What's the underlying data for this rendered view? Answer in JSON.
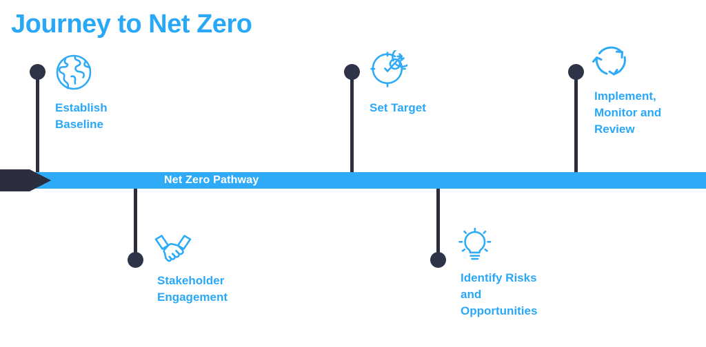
{
  "header": {
    "title": "Journey to Net Zero",
    "title_color": "#2AA8F8"
  },
  "pathway": {
    "label": "Net Zero Pathway",
    "bar_color": "#2FAAF7",
    "arrow_color": "#2B2E3F",
    "label_color": "#FFFFFF"
  },
  "theme": {
    "accent_blue": "#2AA8F8",
    "pin_dark": "#2F3347",
    "background": "#FFFFFF"
  },
  "milestones": [
    {
      "id": "establish-baseline",
      "label": "Establish\nBaseline",
      "icon": "globe-icon",
      "position": "above"
    },
    {
      "id": "stakeholder-engagement",
      "label": "Stakeholder\nEngagement",
      "icon": "handshake-icon",
      "position": "below"
    },
    {
      "id": "set-target",
      "label": "Set Target",
      "icon": "target-icon",
      "position": "above"
    },
    {
      "id": "identify-risks-and-opportunities",
      "label": "Identify Risks\nand\nOpportunities",
      "icon": "lightbulb-icon",
      "position": "below"
    },
    {
      "id": "implement-monitor-and-review",
      "label": "Implement,\nMonitor and\nReview",
      "icon": "cycle-arrows-icon",
      "position": "above"
    }
  ]
}
